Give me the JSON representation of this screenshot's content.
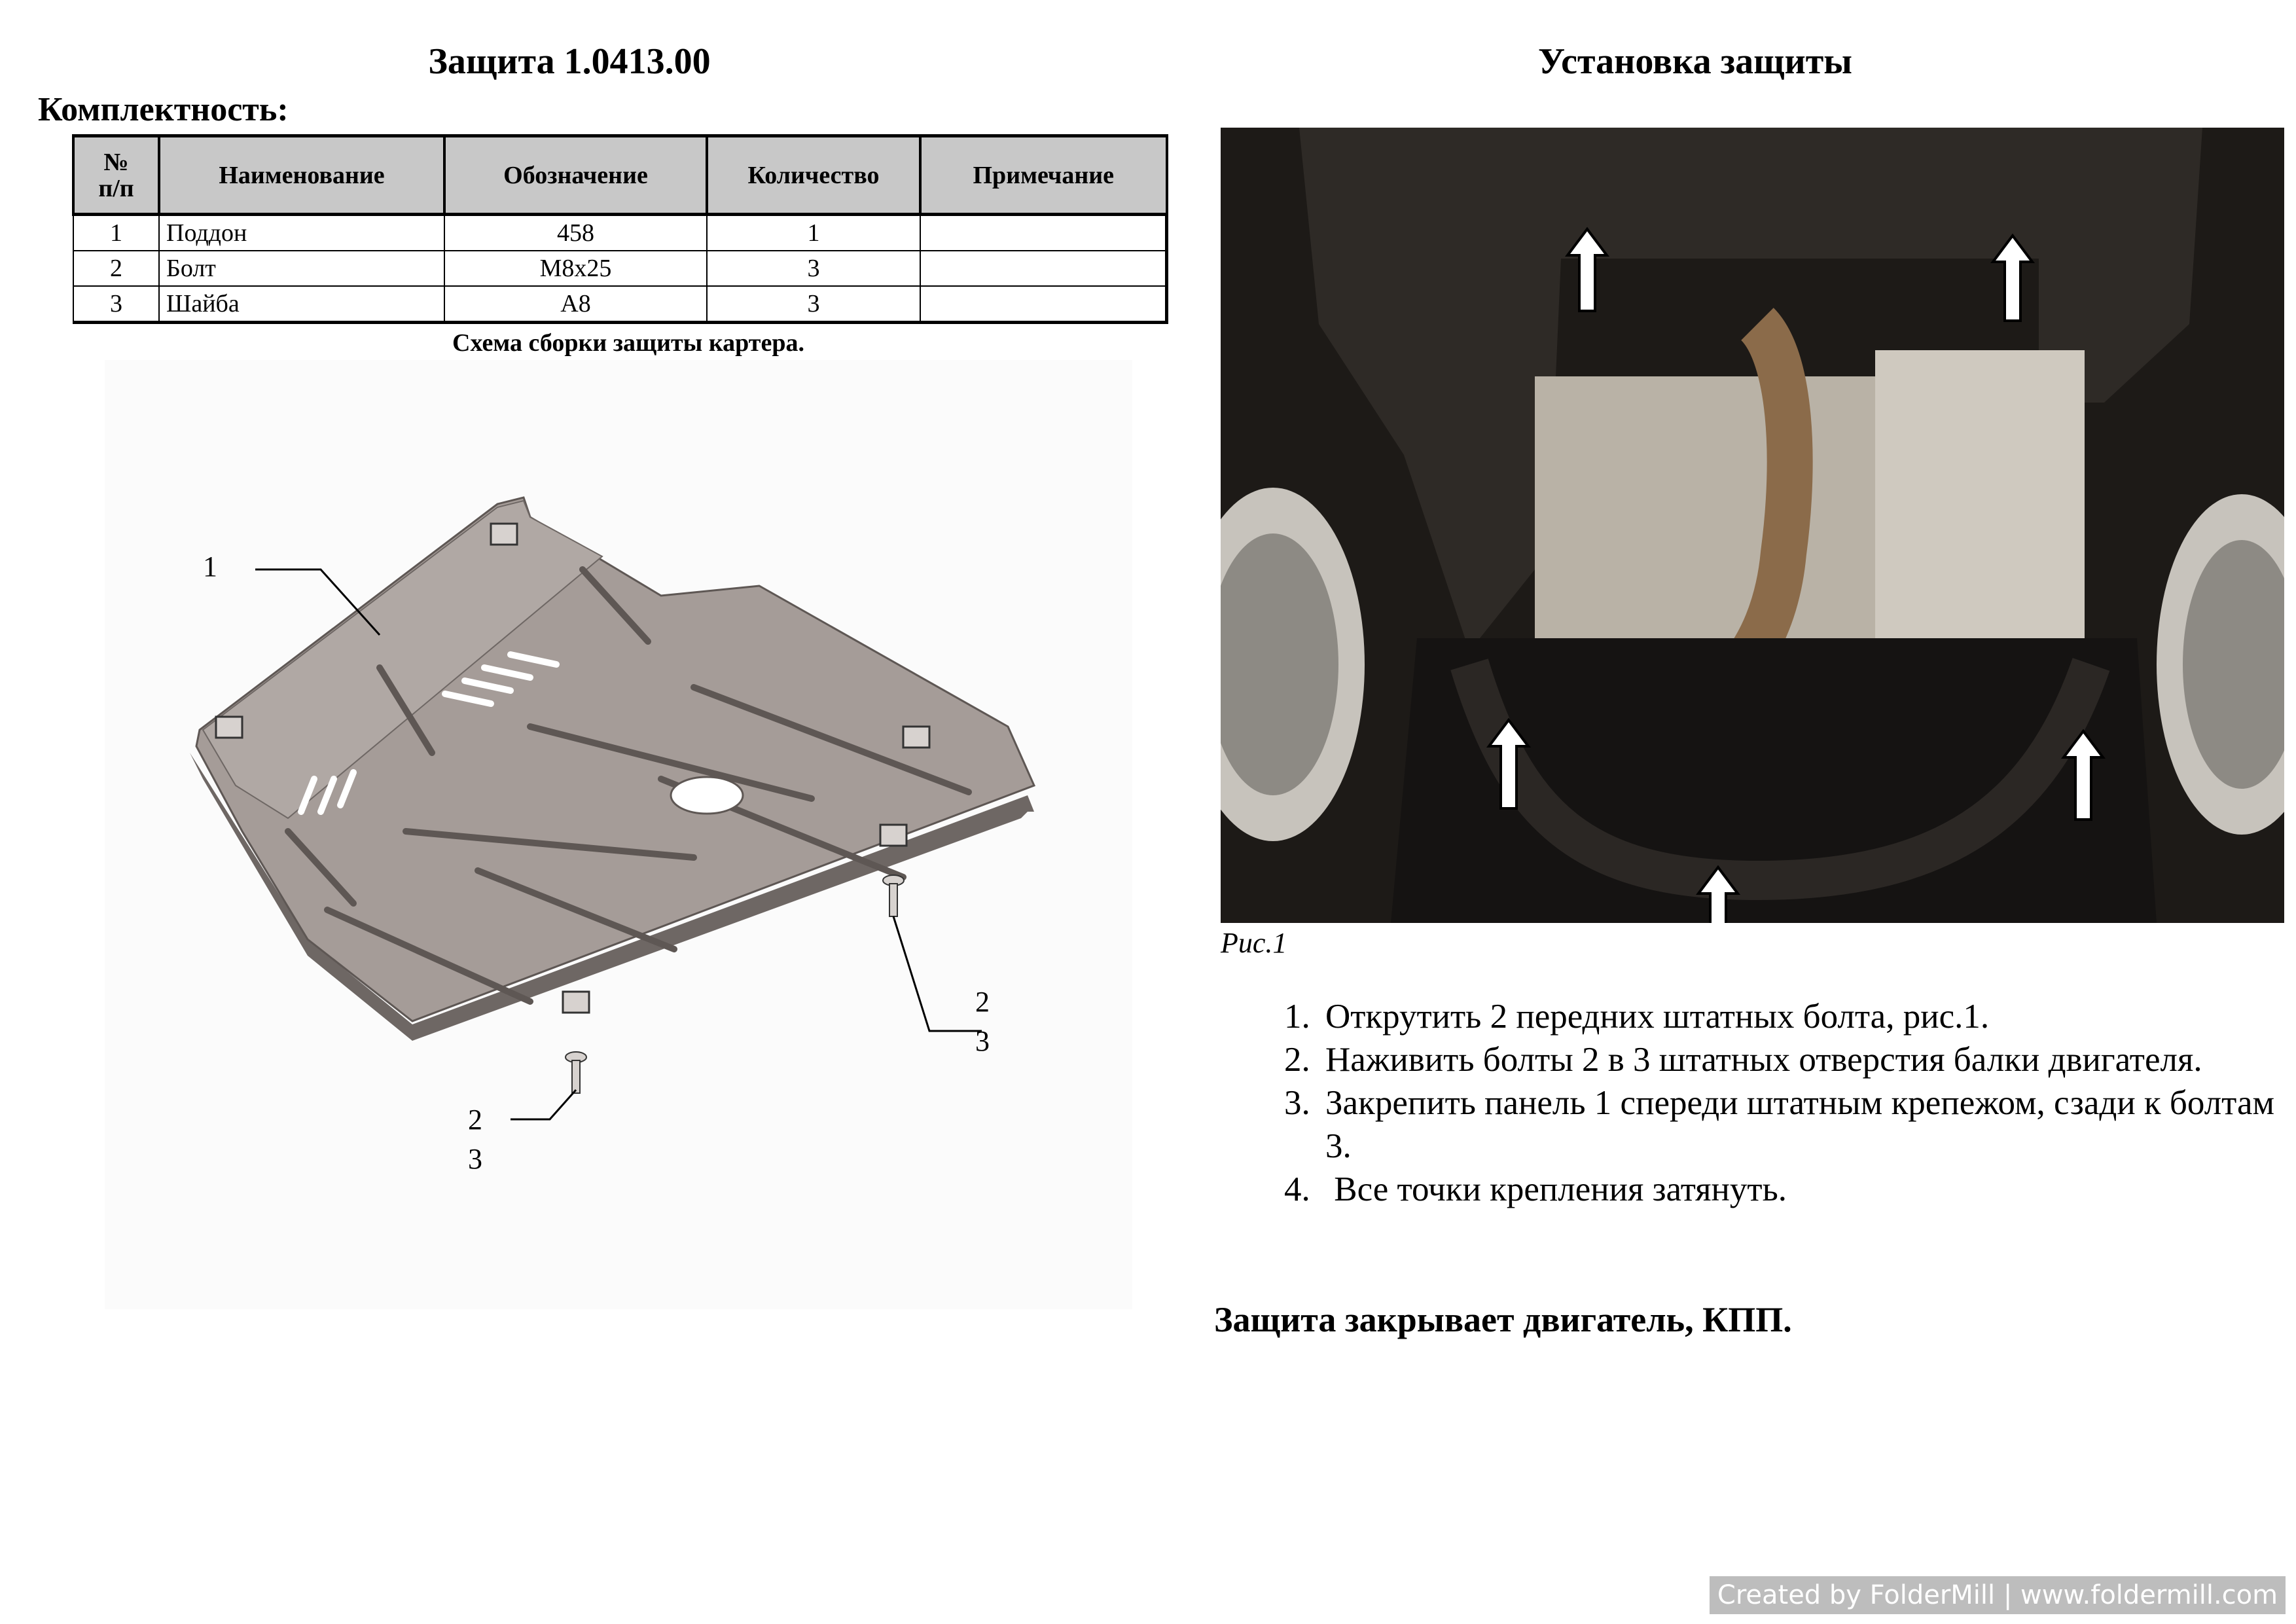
{
  "left": {
    "title": "Защита 1.0413.00",
    "kit_heading": "Комплектность:",
    "table": {
      "headers": [
        "№\nп/п",
        "Наименование",
        "Обозначение",
        "Количество",
        "Примечание"
      ],
      "rows": [
        [
          "1",
          "Поддон",
          "458",
          "1",
          ""
        ],
        [
          "2",
          "Болт",
          "М8х25",
          "3",
          ""
        ],
        [
          "3",
          "Шайба",
          "А8",
          "3",
          ""
        ]
      ]
    },
    "scheme_caption": "Схема сборки защиты картера.",
    "callouts": {
      "part": "1",
      "bolt": "2",
      "washer": "3"
    }
  },
  "right": {
    "title": "Установка защиты",
    "figure_caption": "Рис.1",
    "steps": [
      "Открутить 2 передних штатных болта, рис.1.",
      "Наживить болты 2 в 3 штатных отверстия балки двигателя.",
      "Закрепить панель 1 спереди штатным крепежом, сзади к болтам 3.",
      " Все точки крепления затянуть."
    ],
    "conclusion": "Защита закрывает двигатель, КПП."
  },
  "watermark": "Created by FolderMill | www.foldermill.com",
  "colors": {
    "plate": "#a59c98",
    "plate_dark": "#6e6764",
    "table_header": "#c8c8c8",
    "photo_bg": "#1a1a1a"
  }
}
